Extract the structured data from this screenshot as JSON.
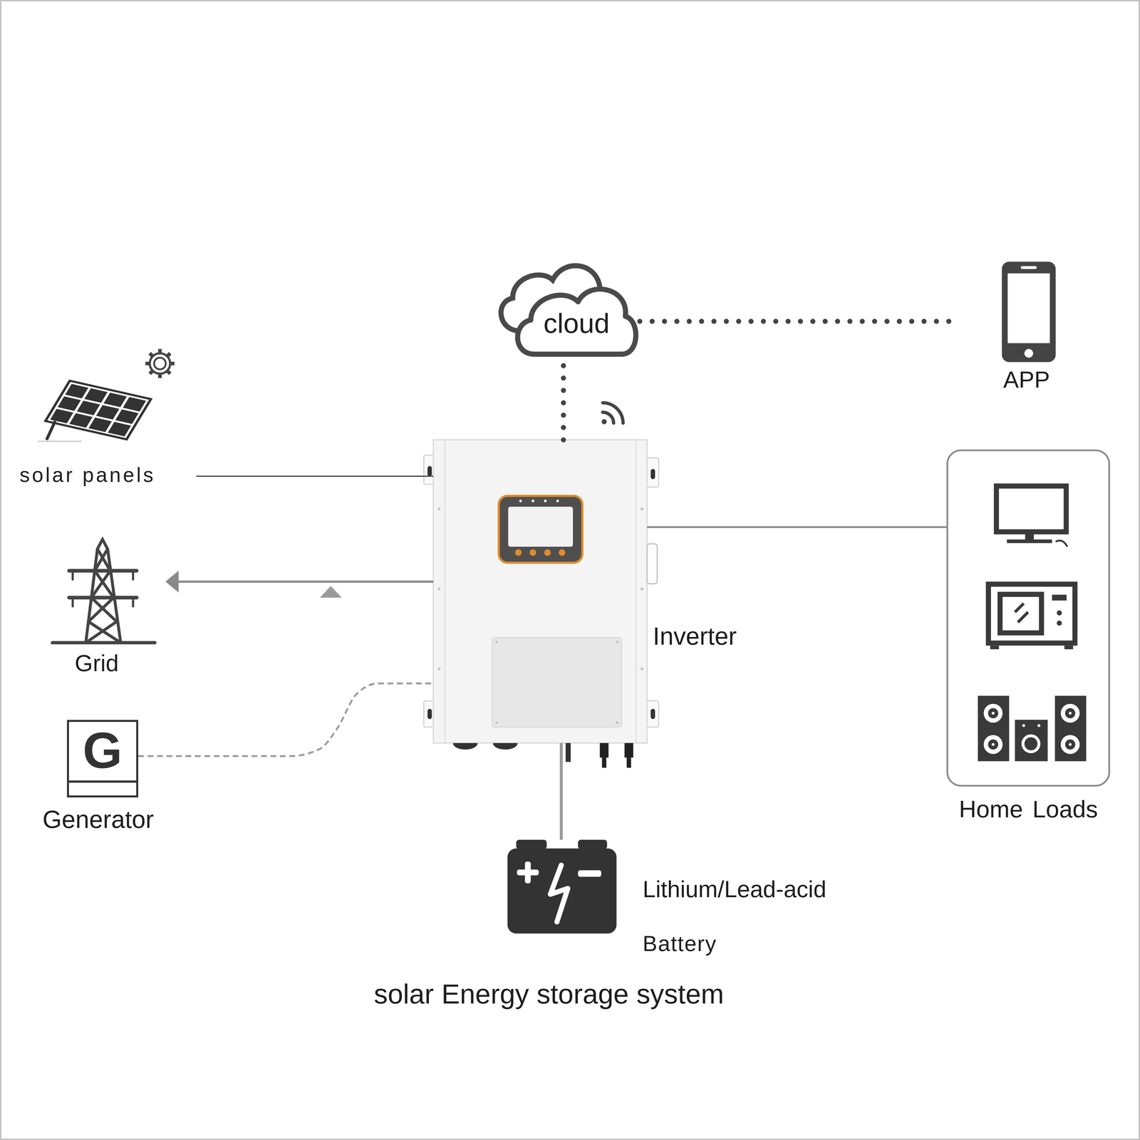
{
  "diagram": {
    "caption": "solar Energy storage system",
    "nodes": [
      {
        "text": [
          "cloud"
        ]
      },
      {
        "text": [
          "APP"
        ]
      },
      {
        "text": [
          "solar panels"
        ]
      },
      {
        "text": [
          "Inverter"
        ]
      },
      {
        "text": [
          "Home Loads"
        ]
      },
      {
        "text": [
          "Grid"
        ]
      },
      {
        "text": [
          "G",
          "Generator"
        ]
      },
      {
        "text": [
          "Lithium/Lead-acid",
          "Battery"
        ]
      }
    ],
    "edges": [
      {
        "from": 3,
        "to": 0,
        "arrow": "none"
      },
      {
        "from": 0,
        "to": 1,
        "arrow": "none"
      },
      {
        "from": 2,
        "to": 3,
        "arrow": "none"
      },
      {
        "from": 3,
        "to": 5,
        "arrow": "to"
      },
      {
        "from": 6,
        "to": 3,
        "arrow": "none"
      },
      {
        "from": 3,
        "to": 4,
        "arrow": "none"
      },
      {
        "from": 3,
        "to": 7,
        "arrow": "none"
      }
    ]
  }
}
